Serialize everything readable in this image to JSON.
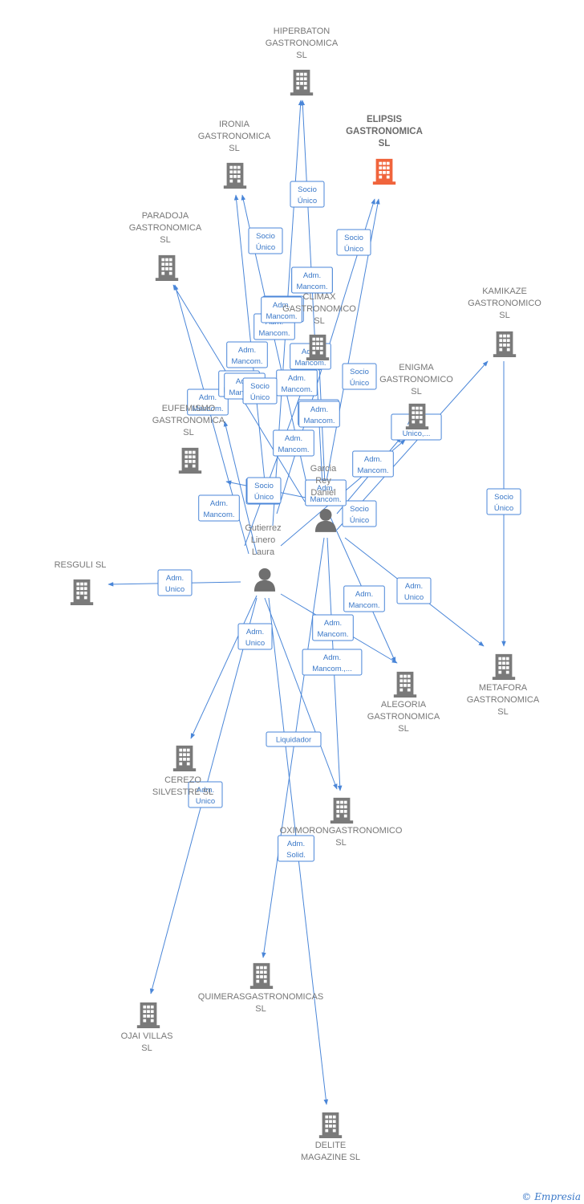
{
  "colors": {
    "edge": "#4a86d8",
    "company": "#7a7a7a",
    "focus_company": "#f0643c",
    "person": "#6f6f6f",
    "label": "#777777"
  },
  "nodes": [
    {
      "id": "hiperbaton",
      "type": "company",
      "lines": [
        "HIPERBATON",
        "GASTRONOMICA",
        "SL"
      ]
    },
    {
      "id": "elipsis",
      "type": "focus",
      "lines": [
        "ELIPSIS",
        "GASTRONOMICA",
        "SL"
      ]
    },
    {
      "id": "ironia",
      "type": "company",
      "lines": [
        "IRONIA",
        "GASTRONOMICA",
        "SL"
      ]
    },
    {
      "id": "paradoja",
      "type": "company",
      "lines": [
        "PARADOJA",
        "GASTRONOMICA",
        "SL"
      ]
    },
    {
      "id": "climax",
      "type": "company",
      "lines": [
        "CLIMAX",
        "GASTRONOMICO",
        "SL"
      ]
    },
    {
      "id": "kamikaze",
      "type": "company",
      "lines": [
        "KAMIKAZE",
        "GASTRONOMICO",
        "SL"
      ]
    },
    {
      "id": "enigma",
      "type": "company",
      "lines": [
        "ENIGMA",
        "GASTRONOMICO",
        "SL"
      ]
    },
    {
      "id": "eufemismo",
      "type": "company",
      "lines": [
        "EUFEMISMO",
        "GASTRONOMICA",
        "SL"
      ]
    },
    {
      "id": "garcia",
      "type": "person",
      "lines": [
        "Garcia",
        "Rey",
        "Daniel"
      ]
    },
    {
      "id": "gutierrez",
      "type": "person",
      "lines": [
        "Gutierrez",
        "Linero",
        "Laura"
      ]
    },
    {
      "id": "resguli",
      "type": "company",
      "lines": [
        "RESGULI SL"
      ]
    },
    {
      "id": "metafora",
      "type": "company",
      "lines": [
        "METAFORA",
        "GASTRONOMICA",
        "SL"
      ]
    },
    {
      "id": "alegoria",
      "type": "company",
      "lines": [
        "ALEGORIA",
        "GASTRONOMICA",
        "SL"
      ]
    },
    {
      "id": "cerezo",
      "type": "company",
      "lines": [
        "CEREZO",
        "SILVESTRE SL"
      ]
    },
    {
      "id": "oximoron",
      "type": "company",
      "lines": [
        "OXIMORONGASTRONOMICO",
        "SL"
      ]
    },
    {
      "id": "quimeras",
      "type": "company",
      "lines": [
        "QUIMERASGASTRONOMICAS",
        "SL"
      ]
    },
    {
      "id": "ojai",
      "type": "company",
      "lines": [
        "OJAI VILLAS",
        "SL"
      ]
    },
    {
      "id": "delite",
      "type": "company",
      "lines": [
        "DELITE",
        "MAGAZINE SL"
      ]
    }
  ],
  "edges": [
    {
      "from": "gutierrez",
      "to": "hiperbaton",
      "label": [
        "Socio",
        "Único"
      ]
    },
    {
      "from": "garcia",
      "to": "hiperbaton",
      "label": [
        "Adm.",
        "Mancom."
      ]
    },
    {
      "from": "gutierrez",
      "to": "ironia",
      "label": [
        "Socio",
        "Único"
      ]
    },
    {
      "from": "garcia",
      "to": "ironia",
      "label": [
        "Adm.",
        "Mancom."
      ]
    },
    {
      "from": "garcia",
      "to": "elipsis",
      "label": [
        "Socio",
        "Único"
      ]
    },
    {
      "from": "gutierrez",
      "to": "elipsis",
      "label": [
        "Adm.",
        "Mancom."
      ]
    },
    {
      "from": "gutierrez",
      "to": "paradoja",
      "label": [
        "Adm.",
        "Mancom."
      ]
    },
    {
      "from": "garcia",
      "to": "paradoja",
      "label": [
        "Adm.",
        "Mancom."
      ]
    },
    {
      "from": "gutierrez",
      "to": "climax",
      "label": [
        "Adm.",
        "Mancom."
      ]
    },
    {
      "from": "garcia",
      "to": "climax",
      "label": [
        "Socio",
        "Único"
      ]
    },
    {
      "from": "gutierrez",
      "to": "eufemismo",
      "label": [
        "Adm.",
        "Mancom."
      ]
    },
    {
      "from": "garcia",
      "to": "eufemismo",
      "label": [
        "Socio",
        "Único"
      ]
    },
    {
      "from": "garcia",
      "to": "kamikaze",
      "label": [
        "Adm.",
        "Unico,..."
      ]
    },
    {
      "from": "garcia",
      "to": "enigma",
      "label": [
        "Adm.",
        "Mancom."
      ]
    },
    {
      "from": "gutierrez",
      "to": "enigma",
      "label": [
        "Adm.",
        "Mancom."
      ]
    },
    {
      "from": "kamikaze",
      "to": "metafora",
      "label": [
        "Socio",
        "Único"
      ]
    },
    {
      "from": "garcia",
      "to": "metafora",
      "label": [
        "Adm.",
        "Unico"
      ]
    },
    {
      "from": "gutierrez",
      "to": "resguli",
      "label": [
        "Adm.",
        "Unico"
      ]
    },
    {
      "from": "garcia",
      "to": "alegoria",
      "label": [
        "Socio",
        "Único"
      ]
    },
    {
      "from": "gutierrez",
      "to": "alegoria",
      "label": [
        "Adm.",
        "Mancom."
      ]
    },
    {
      "from": "gutierrez",
      "to": "cerezo",
      "label": [
        "Adm.",
        "Unico"
      ]
    },
    {
      "from": "garcia",
      "to": "oximoron",
      "label": [
        "Adm.",
        "Mancom."
      ]
    },
    {
      "from": "gutierrez",
      "to": "oximoron",
      "label": [
        "Adm.",
        "Mancom.,..."
      ]
    },
    {
      "from": "garcia",
      "to": "quimeras",
      "label": [
        "Liquidador"
      ]
    },
    {
      "from": "gutierrez",
      "to": "ojai",
      "label": [
        "Adm.",
        "Unico"
      ]
    },
    {
      "from": "gutierrez",
      "to": "delite",
      "label": [
        "Adm.",
        "Solid."
      ]
    }
  ],
  "extra_labels": [
    [
      "Adm.",
      "Mancom."
    ],
    [
      "Adm.",
      "Mancom."
    ],
    [
      "Socio",
      "Único"
    ],
    [
      "Adm.",
      "Mancom."
    ],
    [
      "Adm.",
      "Mancom."
    ],
    [
      "Socio",
      "Único"
    ],
    [
      "Adm.",
      "Mancom."
    ],
    [
      "Adm.",
      "Mancom."
    ],
    [
      "Adm.",
      "Mancom."
    ],
    [
      "Adm.",
      "Mancom."
    ]
  ],
  "copyright": {
    "symbol": "©",
    "brand": "Empresia"
  }
}
